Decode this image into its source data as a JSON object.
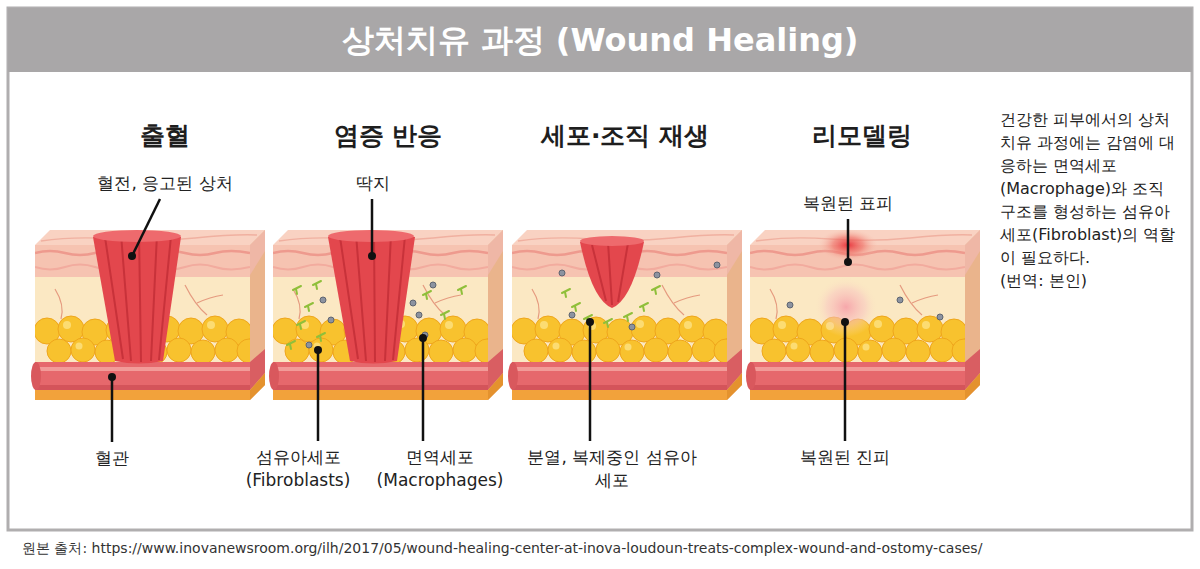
{
  "diagram": {
    "title": "상처치유 과정 (Wound Healing)",
    "caption": "원본 출처: https://www.inovanewsroom.org/ilh/2017/05/wound-healing-center-at-inova-loudoun-treats-complex-wound-and-ostomy-cases/",
    "nodes": [
      {
        "text": [
          "출혈"
        ]
      },
      {
        "text": [
          "염증 반응"
        ]
      },
      {
        "text": [
          "세포·조직 재생"
        ]
      },
      {
        "text": [
          "리모델링"
        ]
      }
    ],
    "labels": [
      "혈전, 응고된 상처",
      "혈관",
      "딱지",
      "섬유아세포 (Fibroblasts)",
      "면역세포 (Macrophages)",
      "분열, 복제중인 섬유아세포",
      "복원된 표피",
      "복원된 진피",
      "건강한 피부에서의 상처 치유 과정에는 감염에 대응하는 면역세포(Macrophage)와 조직 구조를 형성하는 섬유아세포(Fibroblast)의 역할이 필요하다.",
      "(번역: 본인)"
    ]
  }
}
